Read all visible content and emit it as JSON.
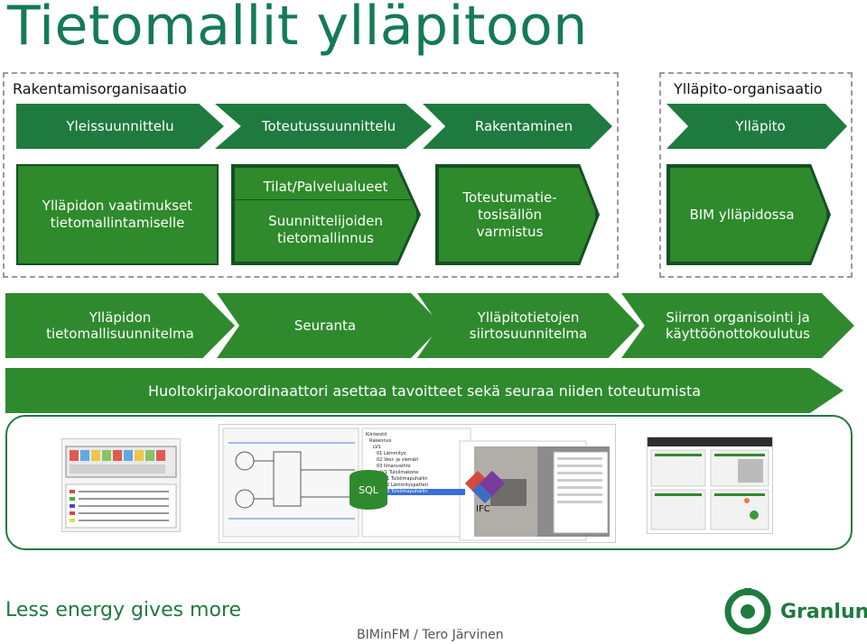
{
  "title": "Tietomallit ylläpitoon",
  "construction_org": "Rakentamisorganisaatio",
  "maintenance_org": "Ylläpito-organisaatio",
  "phases": [
    "Yleissuunnittelu",
    "Toteutussuunnittelu",
    "Rakentaminen",
    "Ylläpito"
  ],
  "boxes": {
    "b1_line1": "Ylläpidon vaatimukset",
    "b1_line2": "tietomallintamiselle",
    "b2_top": "Tilat/Palvelualueet",
    "b2_line1": "Suunnittelijoiden",
    "b2_line2": "tietomallinnus",
    "b3_line1": "Toteutumatie-",
    "b3_line2": "tosisällön",
    "b3_line3": "varmistus",
    "b4": "BIM ylläpidossa"
  },
  "steps": [
    {
      "l1": "Ylläpidon",
      "l2": "tietomallisuunnitelma"
    },
    {
      "l1": "Seuranta",
      "l2": ""
    },
    {
      "l1": "Ylläpitotietojen",
      "l2": "siirtosuunnitelma"
    },
    {
      "l1": "Siirron organisointi ja",
      "l2": "käyttöönottokoulutus"
    }
  ],
  "huolto": "Huoltokirjakoordinaattori asettaa tavoitteet sekä seuraa niiden toteutumista",
  "sql_label": "SQL",
  "ifc_label": "IFC",
  "tree": [
    "Kiinteistö",
    "Rakennus",
    "LV1",
    "01 Lämmitys",
    "02 Vesi- ja viemäri",
    "03 Ilmanvaihto",
    "IV1 Tuloilmakone",
    "01 Tuloilmapuhallin",
    "02 Lämmityspatteri",
    "03 Tuloilmapuhallin"
  ],
  "tagline": "Less energy gives more",
  "footer": "BIMinFM / Tero Järvinen",
  "brand": "Granlund",
  "colors": {
    "green": "#1f7a3f",
    "box_green": "#2e8a2a",
    "title_green": "#147a57"
  }
}
